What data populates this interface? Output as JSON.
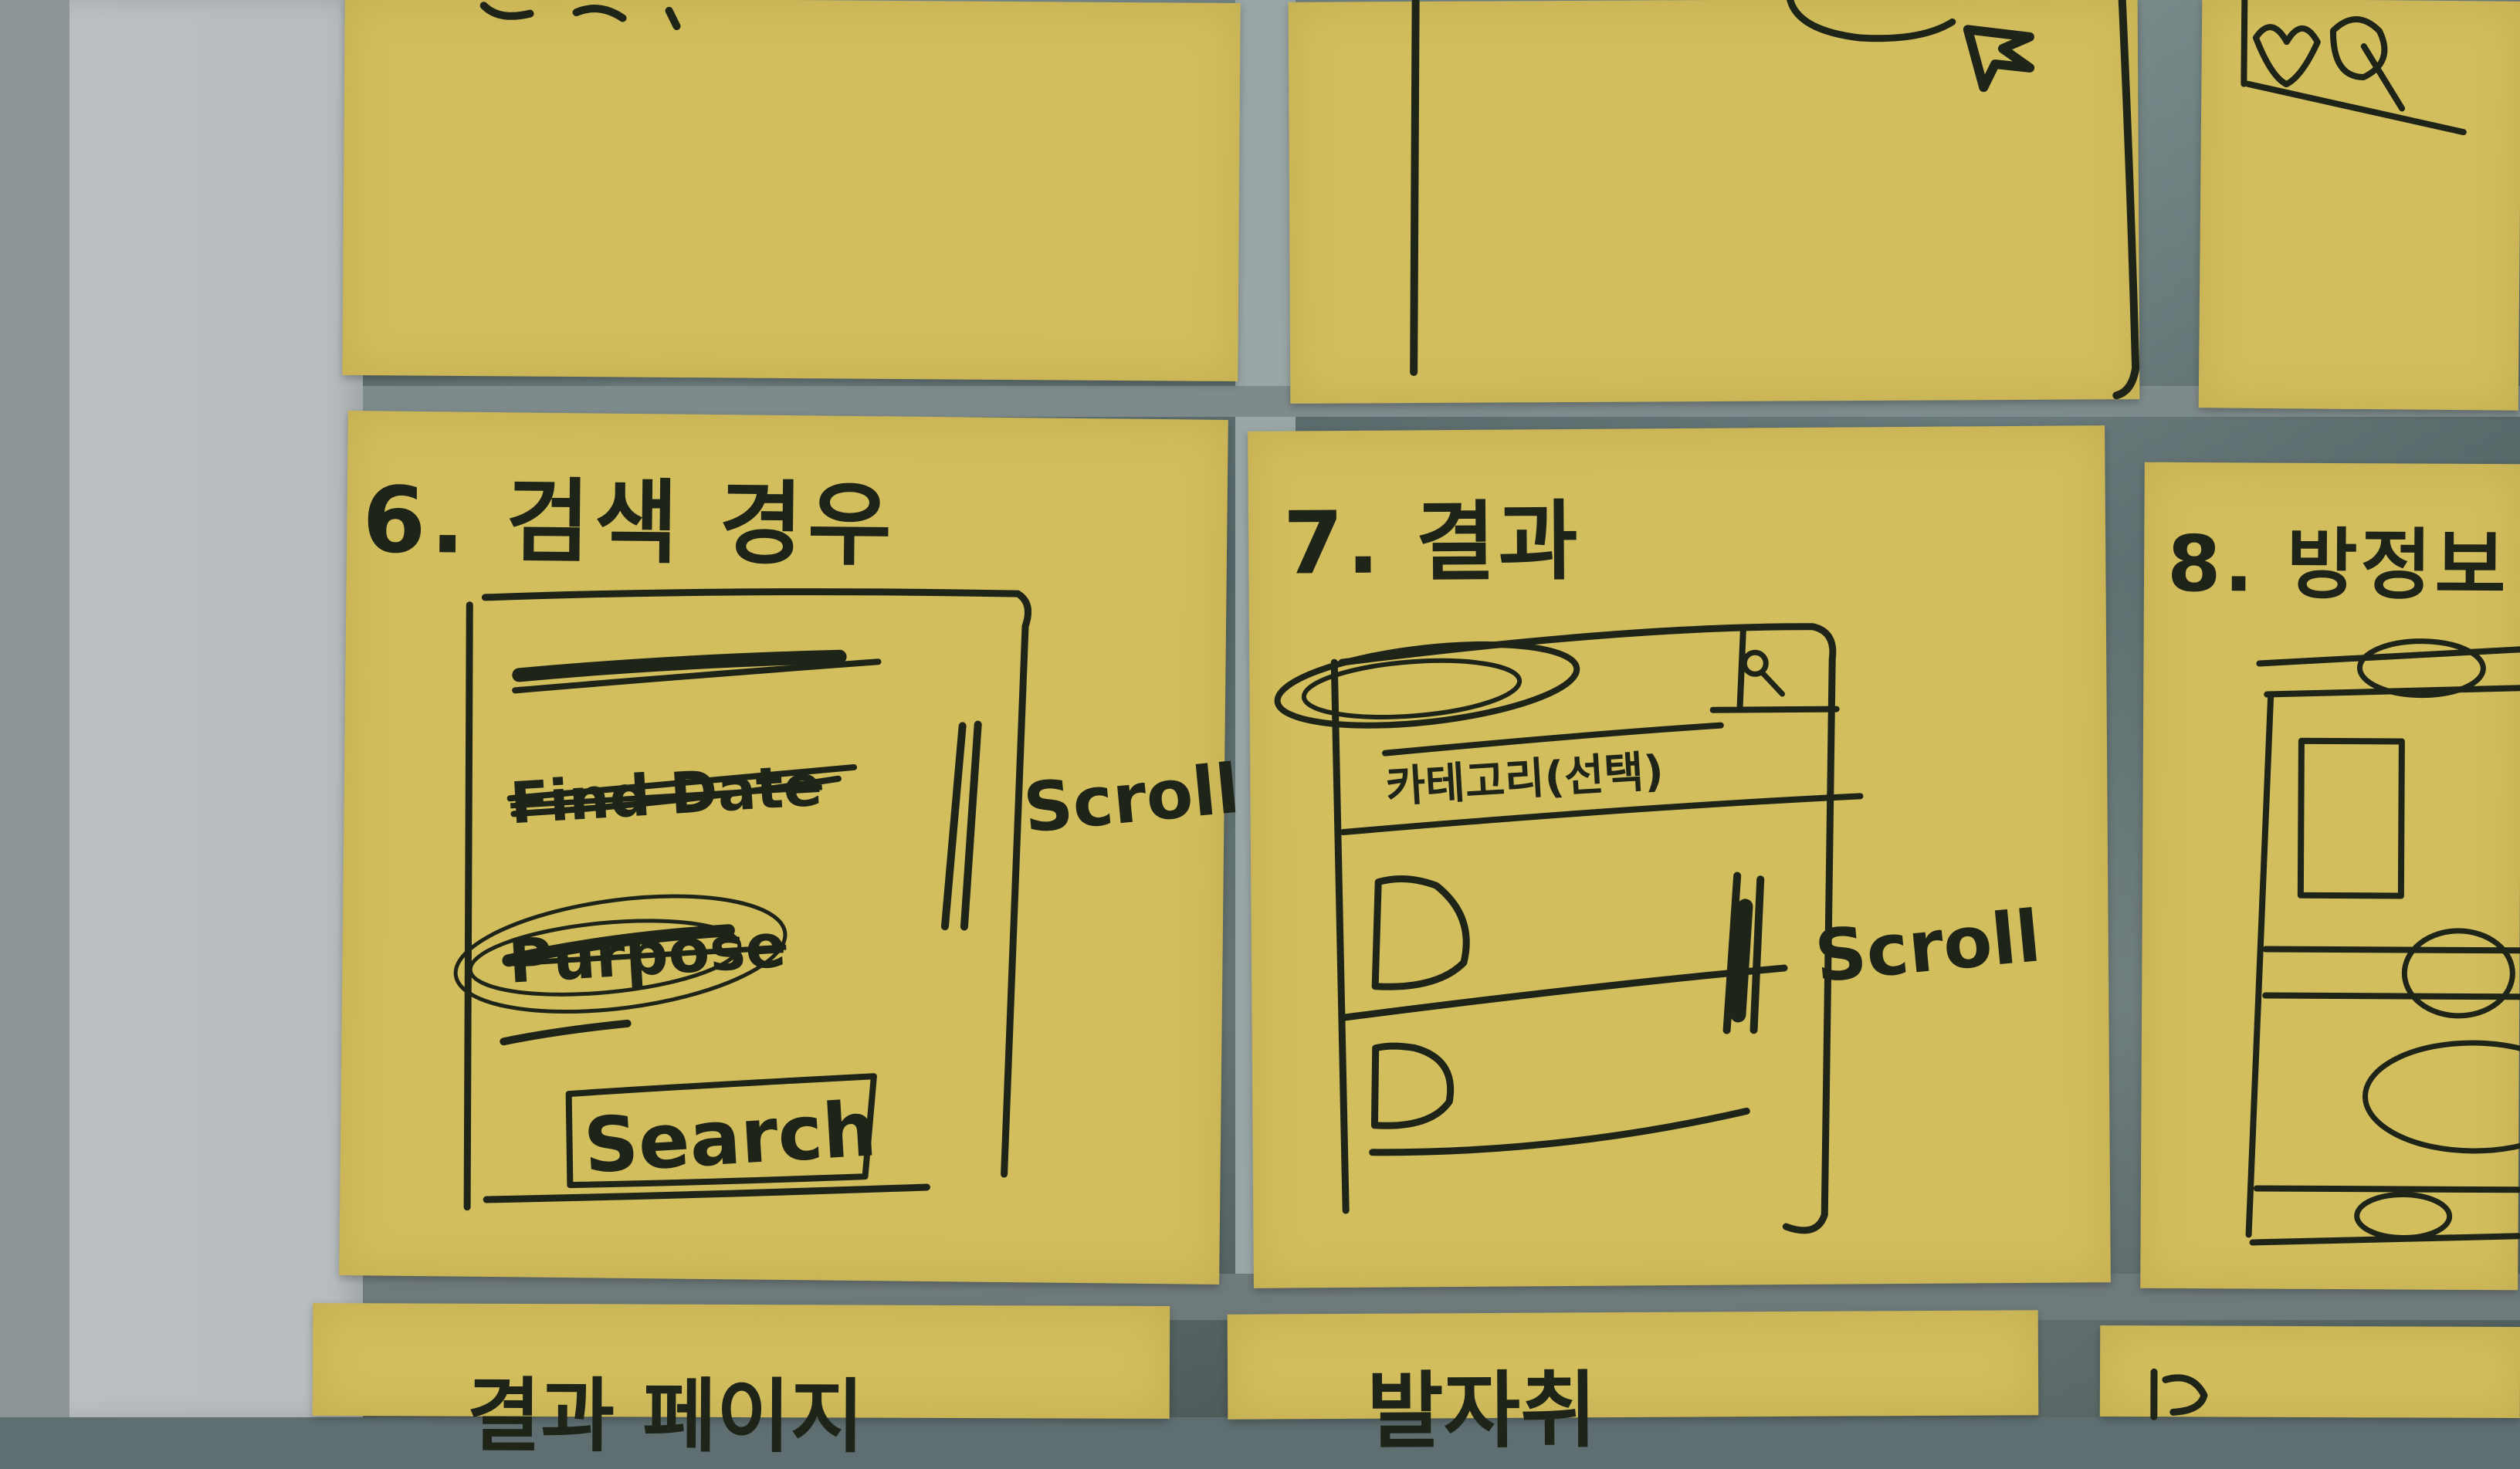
{
  "notes": {
    "six": {
      "title": "6. 검색 경우",
      "scroll_label": "Scroll",
      "search_label": "Search",
      "crossed_line_1": "Find Date",
      "crossed_line_2": "Purpose"
    },
    "seven": {
      "title": "7. 결과",
      "category_label": "카테고리(선택)",
      "scroll_label": "Scroll",
      "item_marker_1": "D",
      "item_marker_2": "D"
    },
    "eight": {
      "title": "8. 방정보"
    },
    "bottom_left": {
      "title": "결과 페이지"
    },
    "bottom_mid": {
      "title": "발자취"
    }
  },
  "colors": {
    "note_yellow": "#d3be5e",
    "ink": "#1f2418",
    "glass": "#5f6f71",
    "tape": "#b7bdbf"
  }
}
